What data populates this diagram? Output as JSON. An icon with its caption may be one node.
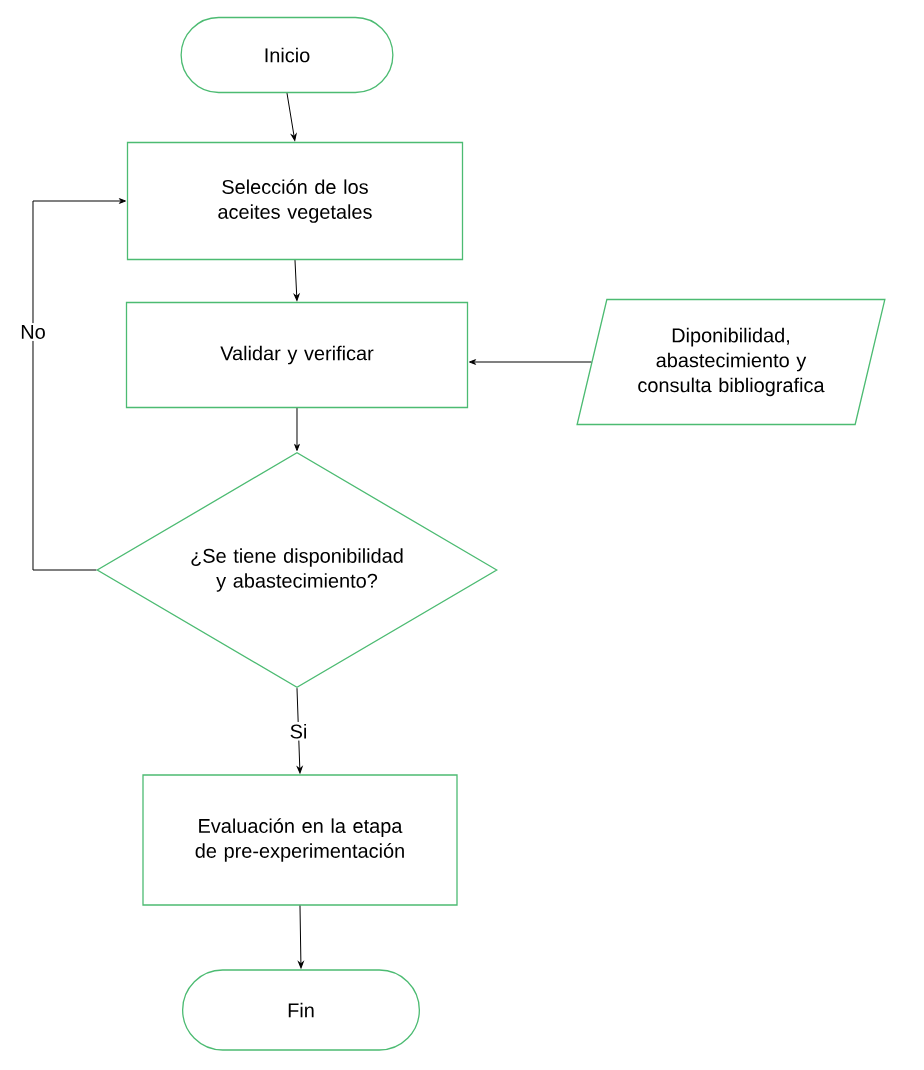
{
  "diagram": {
    "nodes": [
      {
        "text": [
          "Inicio"
        ]
      },
      {
        "text": [
          "Selección de los aceites vegetales"
        ]
      },
      {
        "text": [
          "Validar y verificar"
        ]
      },
      {
        "text": [
          "Diponibilidad, abastecimiento y consulta bibliografica"
        ]
      },
      {
        "text": [
          "¿Se tiene disponibilidad y abastecimiento?"
        ]
      },
      {
        "text": [
          "Evaluación en la etapa de pre-experimentación"
        ]
      },
      {
        "text": [
          "Fin"
        ]
      }
    ],
    "edges": [
      {
        "from": 0,
        "to": 1,
        "arrow": "to"
      },
      {
        "from": 1,
        "to": 2,
        "arrow": "to"
      },
      {
        "from": 3,
        "to": 2,
        "arrow": "to"
      },
      {
        "from": 2,
        "to": 4,
        "arrow": "to"
      },
      {
        "from": 4,
        "to": 1,
        "arrow": "to",
        "label": "No"
      },
      {
        "from": 4,
        "to": 5,
        "arrow": "to",
        "label": "Si"
      },
      {
        "from": 5,
        "to": 6,
        "arrow": "to"
      }
    ]
  }
}
